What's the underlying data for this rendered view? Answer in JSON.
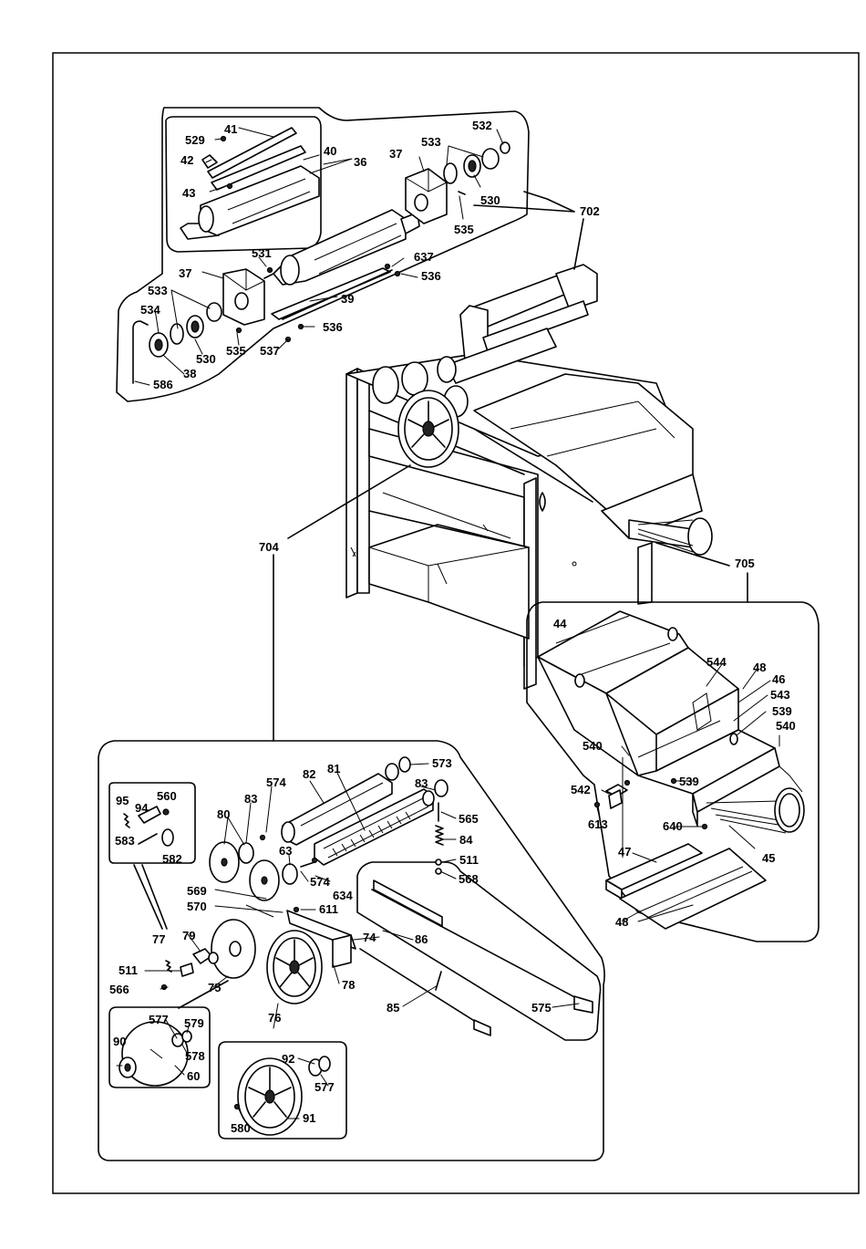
{
  "callouts": {
    "c702": "702",
    "c704": "704",
    "c705": "705"
  },
  "groupA": {
    "p41": "41",
    "p529": "529",
    "p40": "40",
    "p42": "42",
    "p36": "36",
    "p43": "43",
    "p37a": "37",
    "p533a": "533",
    "p532": "532",
    "p530a": "530",
    "p535a": "535",
    "p531": "531",
    "p637": "637",
    "p536a": "536",
    "p37b": "37",
    "p39": "39",
    "p533b": "533",
    "p534": "534",
    "p536b": "536",
    "p535b": "535",
    "p537": "537",
    "p530b": "530",
    "p38": "38",
    "p586": "586"
  },
  "groupB": {
    "p44": "44",
    "p544": "544",
    "p48a": "48",
    "p46": "46",
    "p543": "543",
    "p539a": "539",
    "p540a": "540",
    "p540b": "540",
    "p539b": "539",
    "p542": "542",
    "p613": "613",
    "p640": "640",
    "p45": "45",
    "p47": "47",
    "p48b": "48"
  },
  "groupC": {
    "p95": "95",
    "p560": "560",
    "p94": "94",
    "p583": "583",
    "p582": "582",
    "p574a": "574",
    "p82": "82",
    "p81": "81",
    "p573": "573",
    "p83a": "83",
    "p83b": "83",
    "p565": "565",
    "p80": "80",
    "p63": "63",
    "p84": "84",
    "p511a": "511",
    "p574b": "574",
    "p568": "568",
    "p569": "569",
    "p634": "634",
    "p570": "570",
    "p611": "611",
    "p77": "77",
    "p79": "79",
    "p74": "74",
    "p86": "86",
    "p511b": "511",
    "p78": "78",
    "p75": "75",
    "p566": "566",
    "p85": "85",
    "p575": "575",
    "p76": "76",
    "p577a": "577",
    "p579": "579",
    "p90": "90",
    "p578": "578",
    "p60": "60",
    "p92": "92",
    "p577b": "577",
    "p580": "580",
    "p91": "91"
  }
}
